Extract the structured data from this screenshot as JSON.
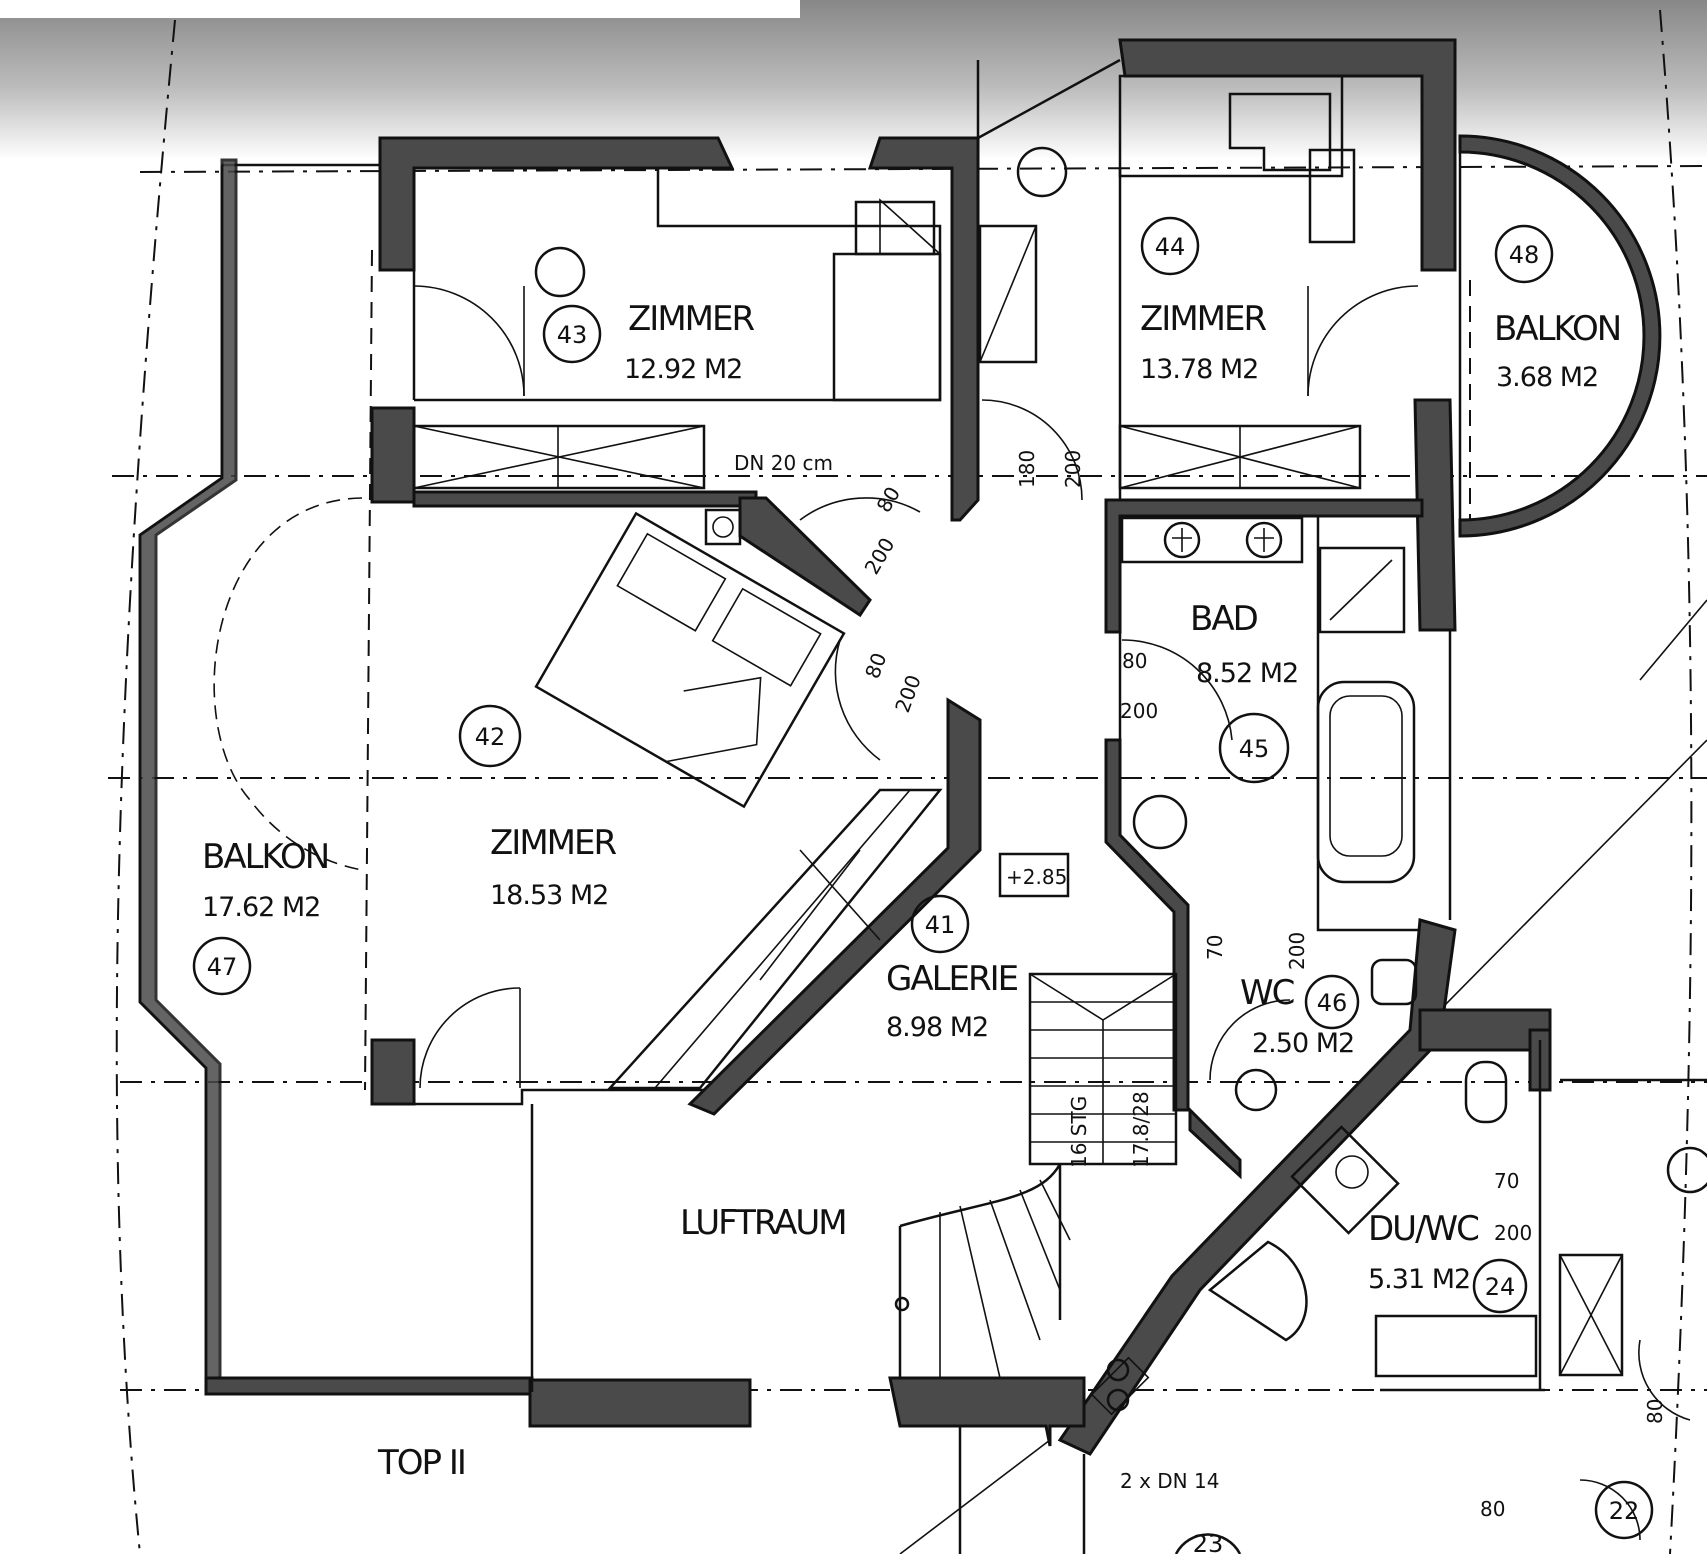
{
  "plan": {
    "title": "TOP II",
    "rooms": [
      {
        "name": "ZIMMER",
        "area": "12.92 M2",
        "number": "43"
      },
      {
        "name": "ZIMMER",
        "area": "13.78 M2",
        "number": "44"
      },
      {
        "name": "BALKON",
        "area": "3.68 M2",
        "number": "48"
      },
      {
        "name": "ZIMMER",
        "area": "18.53 M2",
        "number": "42"
      },
      {
        "name": "BALKON",
        "area": "17.62 M2",
        "number": "47"
      },
      {
        "name": "BAD",
        "area": "8.52 M2",
        "number": "45"
      },
      {
        "name": "GALERIE",
        "area": "8.98 M2",
        "number": "41"
      },
      {
        "name": "WC",
        "area": "2.50 M2",
        "number": "46"
      },
      {
        "name": "LUFTRAUM"
      },
      {
        "name": "DU/WC",
        "area": "5.31 M2",
        "number": "24"
      }
    ],
    "other_numbers": [
      "22",
      "23"
    ],
    "dimensions": [
      "DN 20 cm",
      "80",
      "200",
      "80",
      "200",
      "180",
      "200",
      "80",
      "200",
      "70",
      "200",
      "70",
      "200",
      "80",
      "80"
    ],
    "stairs": {
      "steps": "16 STG",
      "rise": "17.8/28"
    },
    "level": "+2.85",
    "flue": "2 x DN 14"
  }
}
